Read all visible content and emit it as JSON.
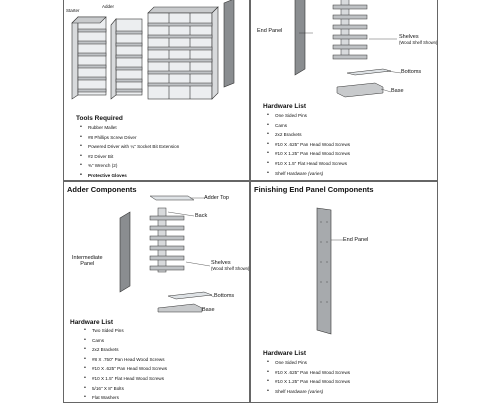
{
  "panels": {
    "tools": {
      "diagram_labels": {
        "starter": "Starter",
        "adder": "Adder"
      },
      "title": "Tools Required",
      "items": [
        "Rubber Mallet",
        "#8 Phillips Screw Driver",
        "Powered Driver with ¼\" Socket Bit Extension",
        "#2 Driver Bit",
        "⅜\" Wrench (2)",
        "Protective Gloves"
      ]
    },
    "starter_hardware": {
      "labels": {
        "end_panel": "End Panel",
        "shelves": "Shelves",
        "shelves_note": "(Wood Shelf Shown)",
        "bottoms": "Bottoms",
        "base": "Base"
      },
      "title": "Hardware List",
      "items": [
        "One Sided Pins",
        "Cams",
        "2x2 Brackets",
        "#10 X .625\" Pan Head Wood Screws",
        "#10 X 1.25\" Pan Head Wood Screws",
        "#10 X 1.5\" Flat Head Wood Screws",
        "Shelf Hardware",
        "(varies)"
      ]
    },
    "adder": {
      "title": "Adder Components",
      "labels": {
        "adder_top": "Adder Top",
        "back": "Back",
        "intermediate_panel_1": "Intermediate",
        "intermediate_panel_2": "Panel",
        "shelves": "Shelves",
        "shelves_note": "(Wood Shelf Shown)",
        "bottoms": "Bottoms",
        "base": "Base"
      },
      "hw_title": "Hardware List",
      "items": [
        "Two Sided Pins",
        "Cams",
        "2x2 Brackets",
        "#8 X .750\" Pan Head Wood Screws",
        "#10 X .625\" Pan Head Wood Screws",
        "#10 X 1.5\" Flat Head Wood Screws",
        "5/16\" X 8\" Bolts",
        "Flat Washers"
      ]
    },
    "finishing": {
      "title": "Finishing End Panel Components",
      "labels": {
        "end_panel": "End Panel"
      },
      "hw_title": "Hardware List",
      "items": [
        "One Sided Pins",
        "#10 X .625\" Pan Head Wood Screws",
        "#10 X 1.25\" Pan Head Wood Screws",
        "Shelf Hardware",
        "(varies)"
      ]
    }
  }
}
